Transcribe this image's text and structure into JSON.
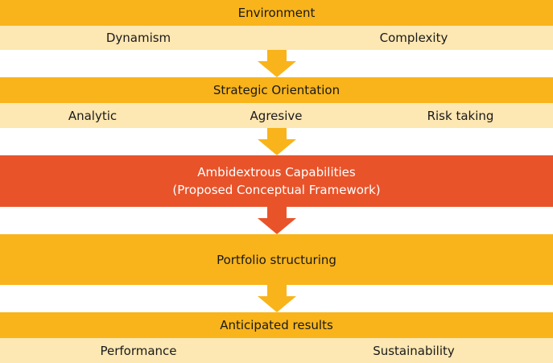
{
  "environment": {
    "title": "Environment",
    "factors": [
      "Dynamism",
      "Complexity"
    ]
  },
  "strategic_orientation": {
    "title": "Strategic Orientation",
    "factors": [
      "Analytic",
      "Agresive",
      "Risk taking"
    ]
  },
  "ambidextrous": {
    "line1": "Ambidextrous Capabilities",
    "line2": "(Proposed Conceptual Framework)"
  },
  "portfolio": {
    "title": "Portfolio structuring"
  },
  "results": {
    "title": "Anticipated results",
    "factors": [
      "Performance",
      "Sustainability"
    ]
  },
  "colors": {
    "band": "#f9b41b",
    "band_light": "#fde7b2",
    "highlight": "#e8532a"
  }
}
